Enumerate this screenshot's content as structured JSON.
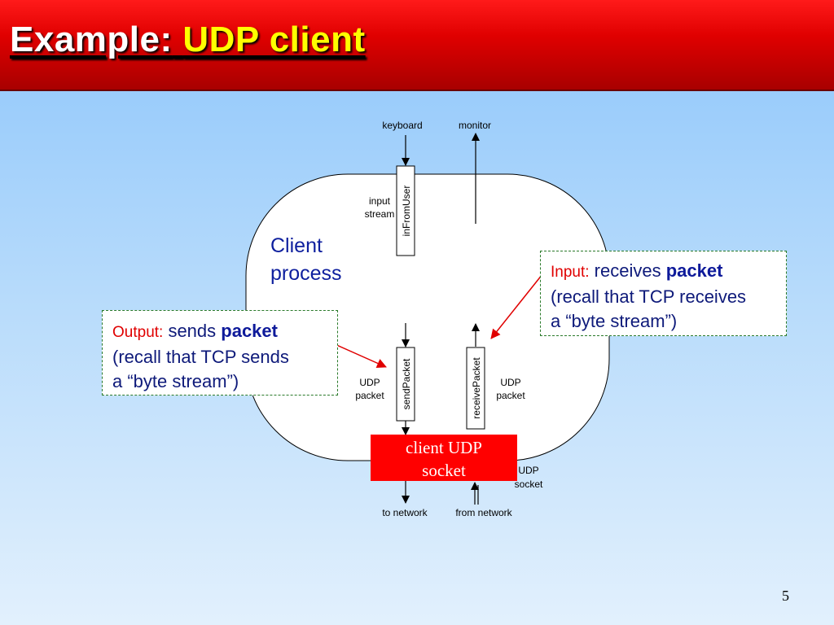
{
  "title": {
    "prefix": "Example:",
    "highlight": "UDP client"
  },
  "diagram": {
    "keyboard": "keyboard",
    "monitor": "monitor",
    "input_stream_line1": "input",
    "input_stream_line2": "stream",
    "in_from_user": "inFromUser",
    "client_process_line1": "Client",
    "client_process_line2": "process",
    "send_packet": "sendPacket",
    "receive_packet": "receivePacket",
    "udp_packet_left_line1": "UDP",
    "udp_packet_left_line2": "packet",
    "udp_packet_right_line1": "UDP",
    "udp_packet_right_line2": "packet",
    "socket_box_line1": "client UDP",
    "socket_box_line2": "socket",
    "udp_socket_line1": "UDP",
    "udp_socket_line2": "socket",
    "to_network": "to network",
    "from_network": "from network"
  },
  "callouts": {
    "output": {
      "label": "Output:",
      "text1": " sends ",
      "bold": "packet",
      "line2": "(recall that TCP sends",
      "line3": "a “byte stream”)"
    },
    "input": {
      "label": "Input:",
      "text1": " receives ",
      "bold": "packet",
      "line2": "(recall that TCP receives",
      "line3": "a “byte stream”)"
    }
  },
  "page_number": "5"
}
